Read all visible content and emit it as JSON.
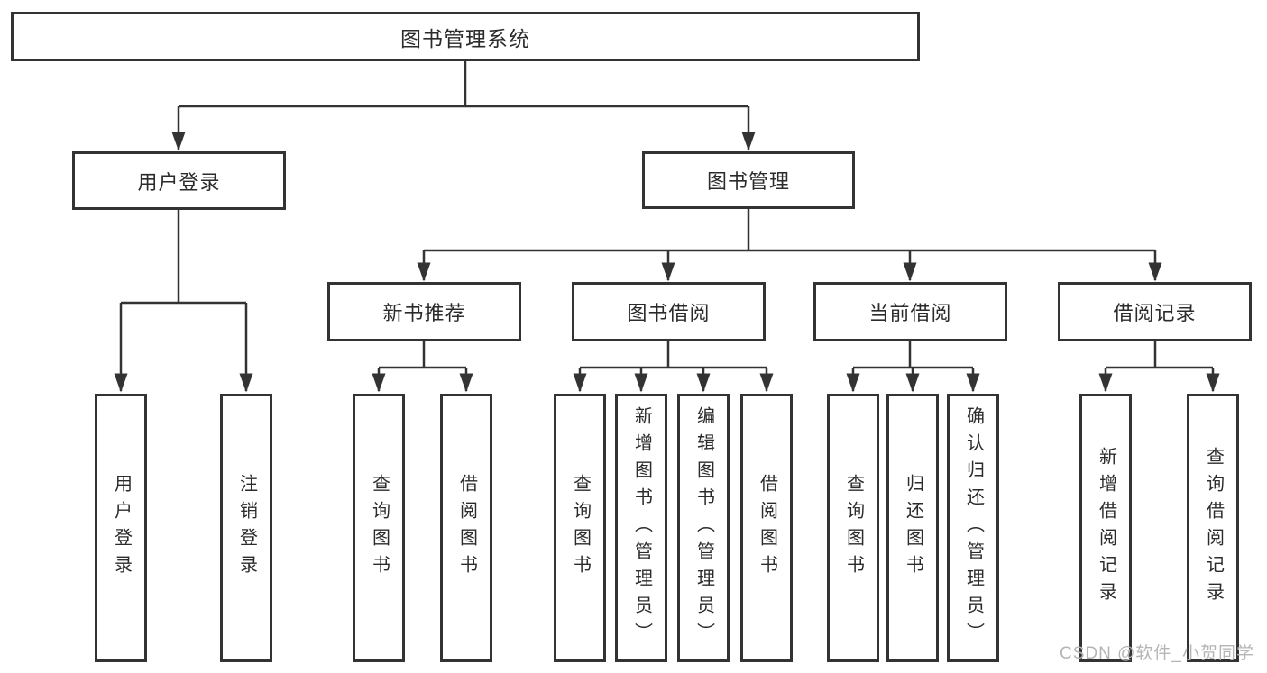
{
  "colors": {
    "line": "#333333",
    "text": "#2b2b2b",
    "watermark": "#b5b5b5",
    "background": "#ffffff"
  },
  "watermark": "CSDN @软件_小贺同学",
  "tree": {
    "root": {
      "label": "图书管理系统"
    },
    "children": [
      {
        "label": "用户登录",
        "children": [
          {
            "label": "用户登录"
          },
          {
            "label": "注销登录"
          }
        ]
      },
      {
        "label": "图书管理",
        "children": [
          {
            "label": "新书推荐",
            "children": [
              {
                "label": "查询图书"
              },
              {
                "label": "借阅图书"
              }
            ]
          },
          {
            "label": "图书借阅",
            "children": [
              {
                "label": "查询图书"
              },
              {
                "label": "新增图书（管理员）"
              },
              {
                "label": "编辑图书（管理员）"
              },
              {
                "label": "借阅图书"
              }
            ]
          },
          {
            "label": "当前借阅",
            "children": [
              {
                "label": "查询图书"
              },
              {
                "label": "归还图书"
              },
              {
                "label": "确认归还（管理员）"
              }
            ]
          },
          {
            "label": "借阅记录",
            "children": [
              {
                "label": "新增借阅记录"
              },
              {
                "label": "查询借阅记录"
              }
            ]
          }
        ]
      }
    ]
  }
}
